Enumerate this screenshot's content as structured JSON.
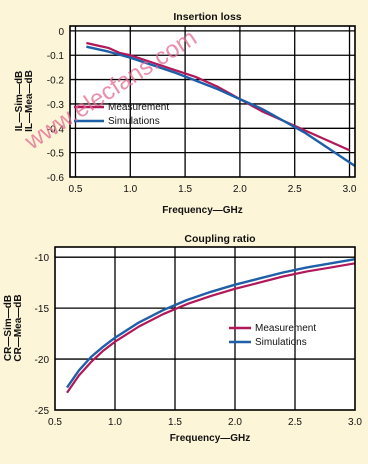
{
  "watermark": "www.elecfans.com",
  "colors": {
    "measurement": "#b0185a",
    "simulation": "#1f5fa8",
    "grid": "#000000",
    "background": "#fdf5d8",
    "plot_background": "#ffffff"
  },
  "chart_data": [
    {
      "type": "line",
      "title": "Insertion loss",
      "xlabel": "Frequency—GHz",
      "ylabel_lines": [
        "IL—Sim—dB",
        "IL—Mea—dB"
      ],
      "xlim": [
        0.45,
        3.05
      ],
      "ylim": [
        -0.6,
        0.02
      ],
      "xticks": [
        "0.5",
        "1.0",
        "1.5",
        "2.0",
        "2.5",
        "3.0"
      ],
      "xtick_values": [
        0.5,
        1.0,
        1.5,
        2.0,
        2.5,
        3.0
      ],
      "yticks": [
        "0",
        "-0.1",
        "-0.2",
        "-0.3",
        "-0.4",
        "-0.5",
        "-0.6"
      ],
      "ytick_values": [
        0,
        -0.1,
        -0.2,
        -0.3,
        -0.4,
        -0.5,
        -0.6
      ],
      "grid": true,
      "legend_position": "center-left",
      "series": [
        {
          "name": "Measurement",
          "x": [
            0.6,
            0.7,
            0.8,
            0.9,
            1.0,
            1.2,
            1.4,
            1.6,
            1.8,
            2.0,
            2.2,
            2.4,
            2.6,
            2.8,
            3.0
          ],
          "y": [
            -0.05,
            -0.06,
            -0.07,
            -0.09,
            -0.1,
            -0.13,
            -0.16,
            -0.19,
            -0.23,
            -0.28,
            -0.33,
            -0.37,
            -0.41,
            -0.45,
            -0.49
          ]
        },
        {
          "name": "Simulations",
          "x": [
            0.6,
            0.8,
            1.0,
            1.2,
            1.4,
            1.6,
            1.8,
            2.0,
            2.2,
            2.4,
            2.6,
            2.8,
            3.0,
            3.05
          ],
          "y": [
            -0.065,
            -0.085,
            -0.11,
            -0.14,
            -0.17,
            -0.205,
            -0.24,
            -0.28,
            -0.32,
            -0.37,
            -0.42,
            -0.48,
            -0.54,
            -0.555
          ]
        }
      ]
    },
    {
      "type": "line",
      "title": "Coupling ratio",
      "xlabel": "Frequency—GHz",
      "ylabel_lines": [
        "CR—Sim—dB",
        "CR—Mea—dB"
      ],
      "xlim": [
        0.5,
        3.0
      ],
      "ylim": [
        -25,
        -9
      ],
      "xticks": [
        "0.5",
        "1.0",
        "1.5",
        "2.0",
        "2.5",
        "3.0"
      ],
      "xtick_values": [
        0.5,
        1.0,
        1.5,
        2.0,
        2.5,
        3.0
      ],
      "yticks": [
        "-10",
        "-15",
        "-20",
        "-25"
      ],
      "ytick_values": [
        -10,
        -15,
        -20,
        -25
      ],
      "grid": true,
      "legend_position": "right",
      "series": [
        {
          "name": "Measurement",
          "x": [
            0.6,
            0.7,
            0.8,
            0.9,
            1.0,
            1.2,
            1.4,
            1.6,
            1.8,
            2.0,
            2.2,
            2.4,
            2.6,
            2.8,
            3.0
          ],
          "y": [
            -23.3,
            -21.6,
            -20.3,
            -19.2,
            -18.3,
            -16.8,
            -15.6,
            -14.6,
            -13.8,
            -13.1,
            -12.5,
            -11.9,
            -11.4,
            -11.0,
            -10.6
          ]
        },
        {
          "name": "Simulations",
          "x": [
            0.6,
            0.7,
            0.8,
            0.9,
            1.0,
            1.2,
            1.4,
            1.6,
            1.8,
            2.0,
            2.2,
            2.4,
            2.6,
            2.8,
            3.0
          ],
          "y": [
            -22.8,
            -21.1,
            -19.8,
            -18.8,
            -17.9,
            -16.4,
            -15.2,
            -14.2,
            -13.4,
            -12.7,
            -12.1,
            -11.5,
            -11.0,
            -10.6,
            -10.2
          ]
        }
      ]
    }
  ]
}
